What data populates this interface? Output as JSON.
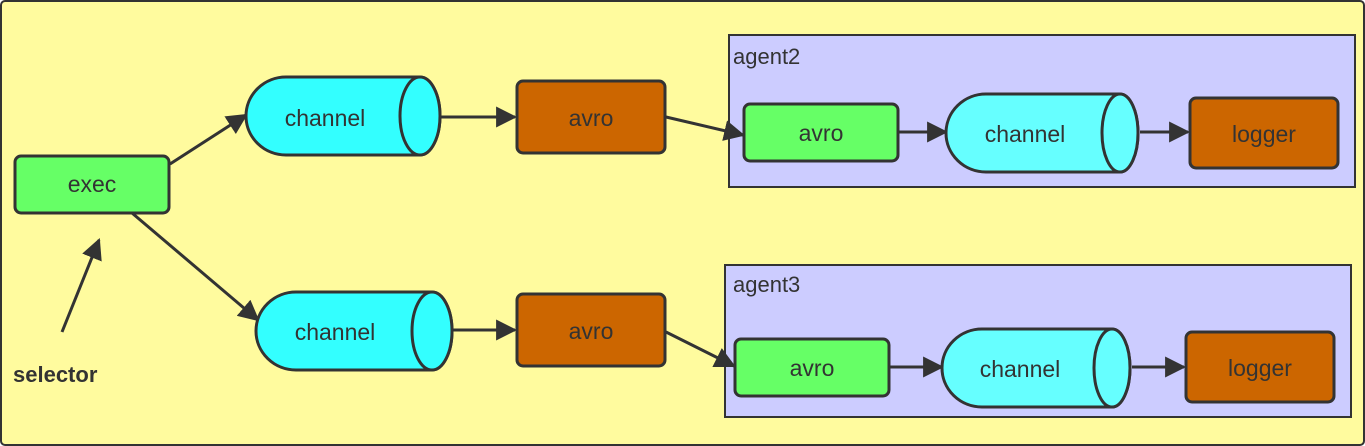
{
  "colors": {
    "background": "#fffb9e",
    "group_fill": "#ccccff",
    "source_fill": "#66ff66",
    "channel_fill": "#33ffff",
    "channel_fill_light": "#66ffff",
    "sink_fill": "#cc6600",
    "stroke": "#333333"
  },
  "nodes": {
    "exec": "exec",
    "channel_top": "channel",
    "avro_sink_top": "avro",
    "channel_bottom": "channel",
    "avro_sink_bottom": "avro",
    "selector": "selector"
  },
  "agent2": {
    "title": "agent2",
    "source": "avro",
    "channel": "channel",
    "sink": "logger"
  },
  "agent3": {
    "title": "agent3",
    "source": "avro",
    "channel": "channel",
    "sink": "logger"
  }
}
